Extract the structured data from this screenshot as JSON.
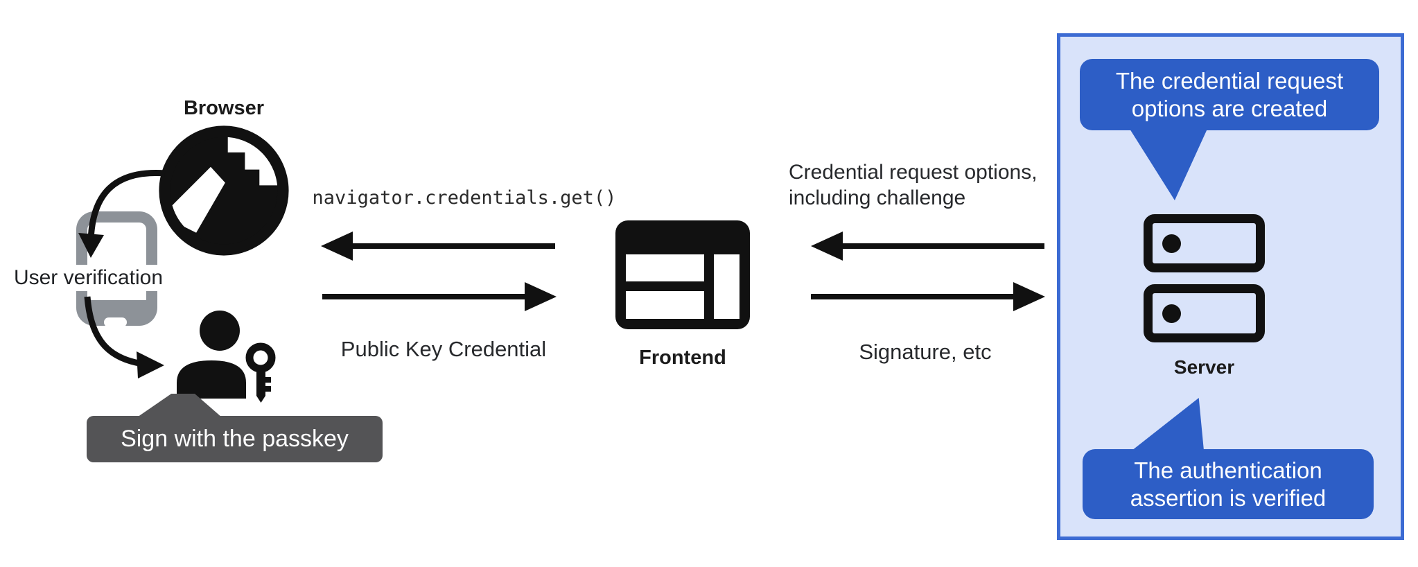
{
  "diagram": {
    "actors": {
      "browser": {
        "label": "Browser"
      },
      "frontend": {
        "label": "Frontend"
      },
      "server": {
        "label": "Server"
      },
      "phone": {
        "label": "User verification"
      },
      "user": {
        "passkey_note": "Sign with the passkey"
      }
    },
    "flows": {
      "frontend_to_browser": {
        "label": "navigator.credentials.get()"
      },
      "browser_to_frontend": {
        "label": "Public Key Credential"
      },
      "server_to_frontend": {
        "line1": "Credential request options,",
        "line2": "including challenge"
      },
      "frontend_to_server": {
        "label": "Signature, etc"
      }
    },
    "server_panel": {
      "bubble_top": {
        "line1": "The credential request",
        "line2": "options are created"
      },
      "bubble_bottom": {
        "line1": "The authentication",
        "line2": "assertion is verified"
      }
    }
  },
  "icons": {
    "globe": "globe-icon",
    "phone": "phone-icon",
    "person_with_key": "person-key-icon",
    "frontend_window": "browser-window-icon",
    "server_stack": "server-stack-icon",
    "arrows": [
      "arrow-left-icon",
      "arrow-right-icon",
      "curved-arrow-icon"
    ]
  },
  "colors": {
    "bubble_blue": "#2d5ec6",
    "panel_border": "#3c6bd3",
    "panel_bg": "#d9e3fa",
    "dark_gray": "#545456",
    "phone_gray": "#8d9298",
    "ink": "#111111"
  }
}
